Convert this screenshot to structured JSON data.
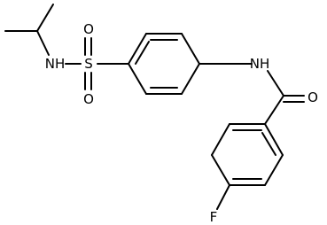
{
  "molecule": {
    "atoms": {
      "s": "S",
      "o_top": "O",
      "o_bottom": "O",
      "nh_sulfonamide": "NH",
      "nh_amide": "NH",
      "o_carbonyl": "O",
      "f": "F"
    },
    "colors": {
      "bond": "#000000",
      "label": "#000000",
      "background": "#ffffff"
    }
  }
}
